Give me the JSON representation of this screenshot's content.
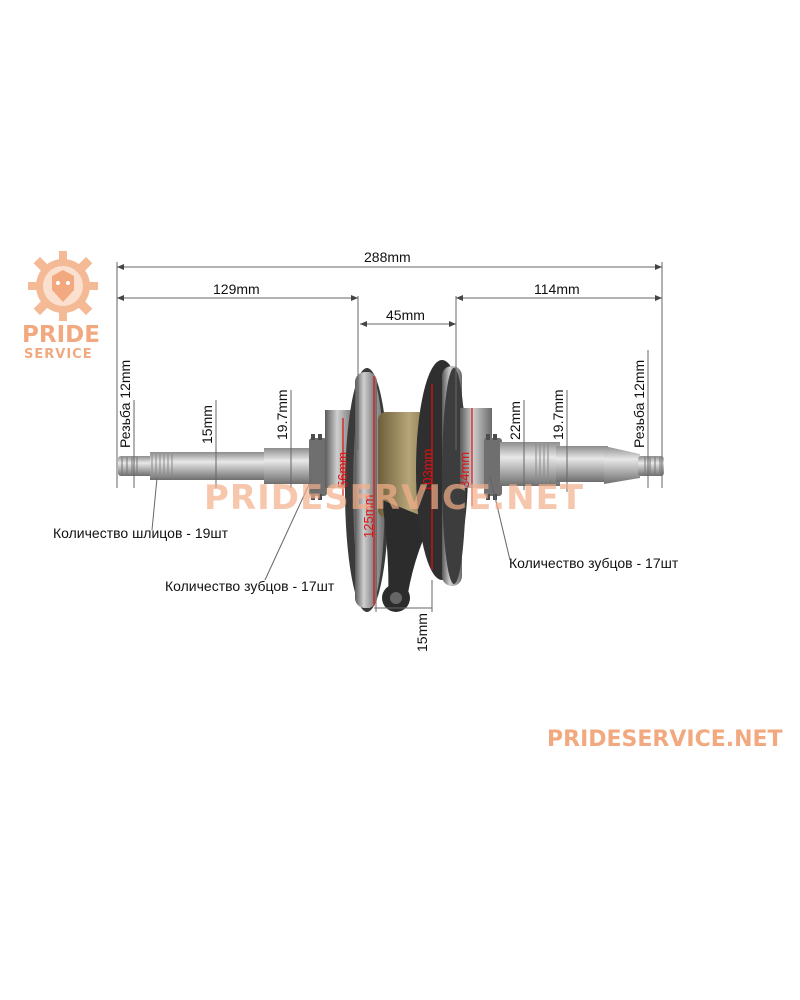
{
  "logo": {
    "line1": "PRIDE",
    "line2": "SERVICE"
  },
  "watermarks": {
    "middle": "PRIDESERVICE.NET",
    "bottom": "PRIDESERVICE.NET"
  },
  "dimensions": {
    "total_length": "288mm",
    "left_length": "129mm",
    "right_length": "114mm",
    "web_width": "45mm",
    "left_thread": "Резьба 12mm",
    "right_thread": "Резьба 12mm",
    "left_shaft_dia": "15mm",
    "left_gear_dia": "19.7mm",
    "right_shaft_dia": "22mm",
    "right_gear_dia": "19.7mm",
    "rod_dia": "15mm",
    "red_56": "56mm",
    "red_125": "125mm",
    "red_103": "103mm",
    "red_34": "34mm"
  },
  "notes": {
    "splines": "Количество шлицов - 19шт",
    "teeth_left": "Количество зубцов - 17шт",
    "teeth_right": "Количество зубцов - 17шт"
  },
  "colors": {
    "accent": "#f2a97f",
    "dim_red": "#e01010",
    "metal": "#a8a8a8"
  }
}
